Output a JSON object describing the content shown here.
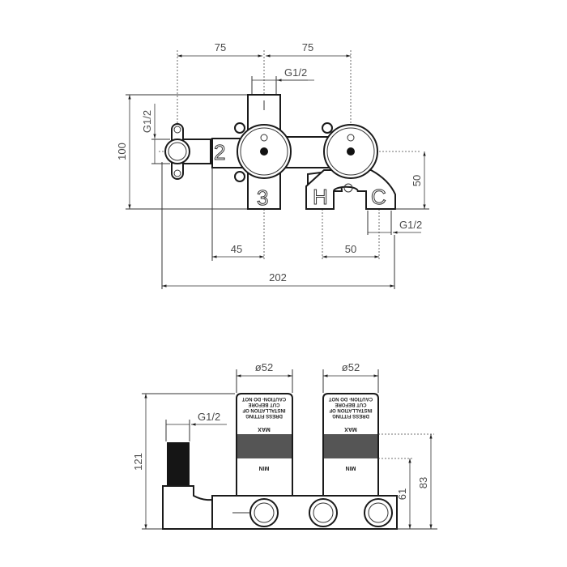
{
  "top_view": {
    "dimensions": {
      "left_span": "75",
      "right_span": "75",
      "top_outlet_thread": "G1/2",
      "left_outlet_thread": "G1/2",
      "height": "100",
      "hc_height": "50",
      "cold_inlet_thread": "G1/2",
      "outlet2_offset": "45",
      "hc_spacing": "50",
      "overall_width": "202"
    },
    "port_labels": {
      "outlet_2": "2",
      "outlet_3": "3",
      "hot": "H",
      "cold": "C"
    }
  },
  "front_view": {
    "dimensions": {
      "left_diameter": "ø52",
      "right_diameter": "ø52",
      "outlet_thread": "G1/2",
      "overall_height": "121",
      "max_height": "83",
      "min_height": "61"
    },
    "sleeve_text": {
      "caution_line1": "CAUTION- DO NOT",
      "caution_line2": "CUT BEFORE",
      "caution_line3": "INSTALLATION OF",
      "caution_line4": "DRESS FITTING",
      "max": "MAX",
      "min": "MIN"
    }
  }
}
